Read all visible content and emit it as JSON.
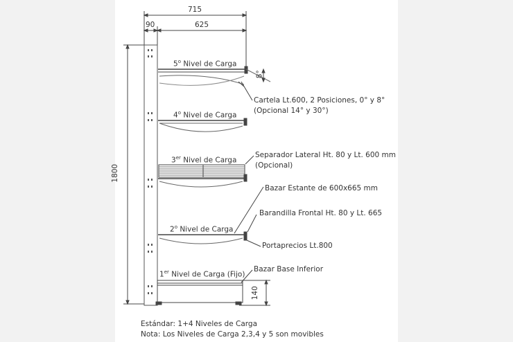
{
  "dimensions": {
    "overall_width": "715",
    "upright_width": "90",
    "shelf_depth": "625",
    "height": "1800",
    "base_height": "140",
    "tilt_angle": "8°"
  },
  "levels": [
    {
      "num": "5",
      "sup": "o",
      "text": "Nivel de Carga"
    },
    {
      "num": "4",
      "sup": "o",
      "text": "Nivel de Carga"
    },
    {
      "num": "3",
      "sup": "er",
      "text": "Nivel de Carga"
    },
    {
      "num": "2",
      "sup": "o",
      "text": "Nivel de Carga"
    },
    {
      "num": "1",
      "sup": "er",
      "text": "Nivel de Carga (Fijo)"
    }
  ],
  "callouts": {
    "cartela_line1": "Cartela Lt.600, 2 Posiciones, 0° y 8°",
    "cartela_line2": "(Opcional 14° y 30°)",
    "separador_line1": "Separador Lateral Ht. 80 y Lt. 600 mm",
    "separador_line2": "(Opcional)",
    "bazar_estante": "Bazar Estante de 600x665 mm",
    "barandilla": "Barandilla Frontal Ht. 80 y Lt. 665",
    "portaprecios": "Portaprecios Lt.800",
    "bazar_base": "Bazar Base Inferior"
  },
  "notes": {
    "line1": "Estándar: 1+4 Niveles de Carga",
    "line2": "Nota: Los Niveles de Carga 2,3,4 y 5 son movibles"
  }
}
